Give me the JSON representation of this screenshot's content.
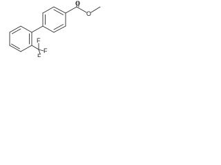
{
  "diagram": {
    "type": "chemical-structure",
    "atoms": {
      "fluorine": "F",
      "carbonyl_oxygen": "O",
      "ester_oxygen": "O"
    }
  },
  "colors": {
    "bond": "#2b2b2b",
    "text": "#1a1a1a",
    "background": "#ffffff"
  }
}
